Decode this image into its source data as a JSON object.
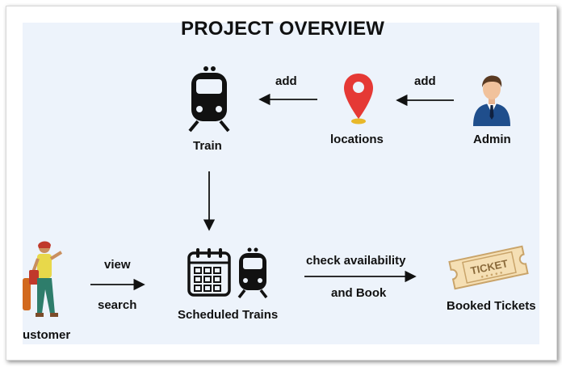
{
  "diagram": {
    "title": "PROJECT OVERVIEW",
    "nodes": {
      "train": "Train",
      "locations": "locations",
      "admin": "Admin",
      "customer": "ustomer",
      "scheduled_trains": "Scheduled Trains",
      "booked_tickets": "Booked Tickets"
    },
    "edges": {
      "admin_to_locations": "add",
      "locations_to_train": "add",
      "customer_view": "view",
      "customer_search": "search",
      "check_availability": "check availability",
      "and_book": "and Book"
    },
    "ticket_text": "TICKET"
  },
  "colors": {
    "background": "#edf3fb",
    "pin": "#e53935",
    "suit": "#1f4e8c",
    "ticket": "#f5dfb4"
  },
  "icons": [
    "train-icon",
    "location-pin-icon",
    "admin-icon",
    "customer-icon",
    "calendar-icon",
    "ticket-icon"
  ]
}
